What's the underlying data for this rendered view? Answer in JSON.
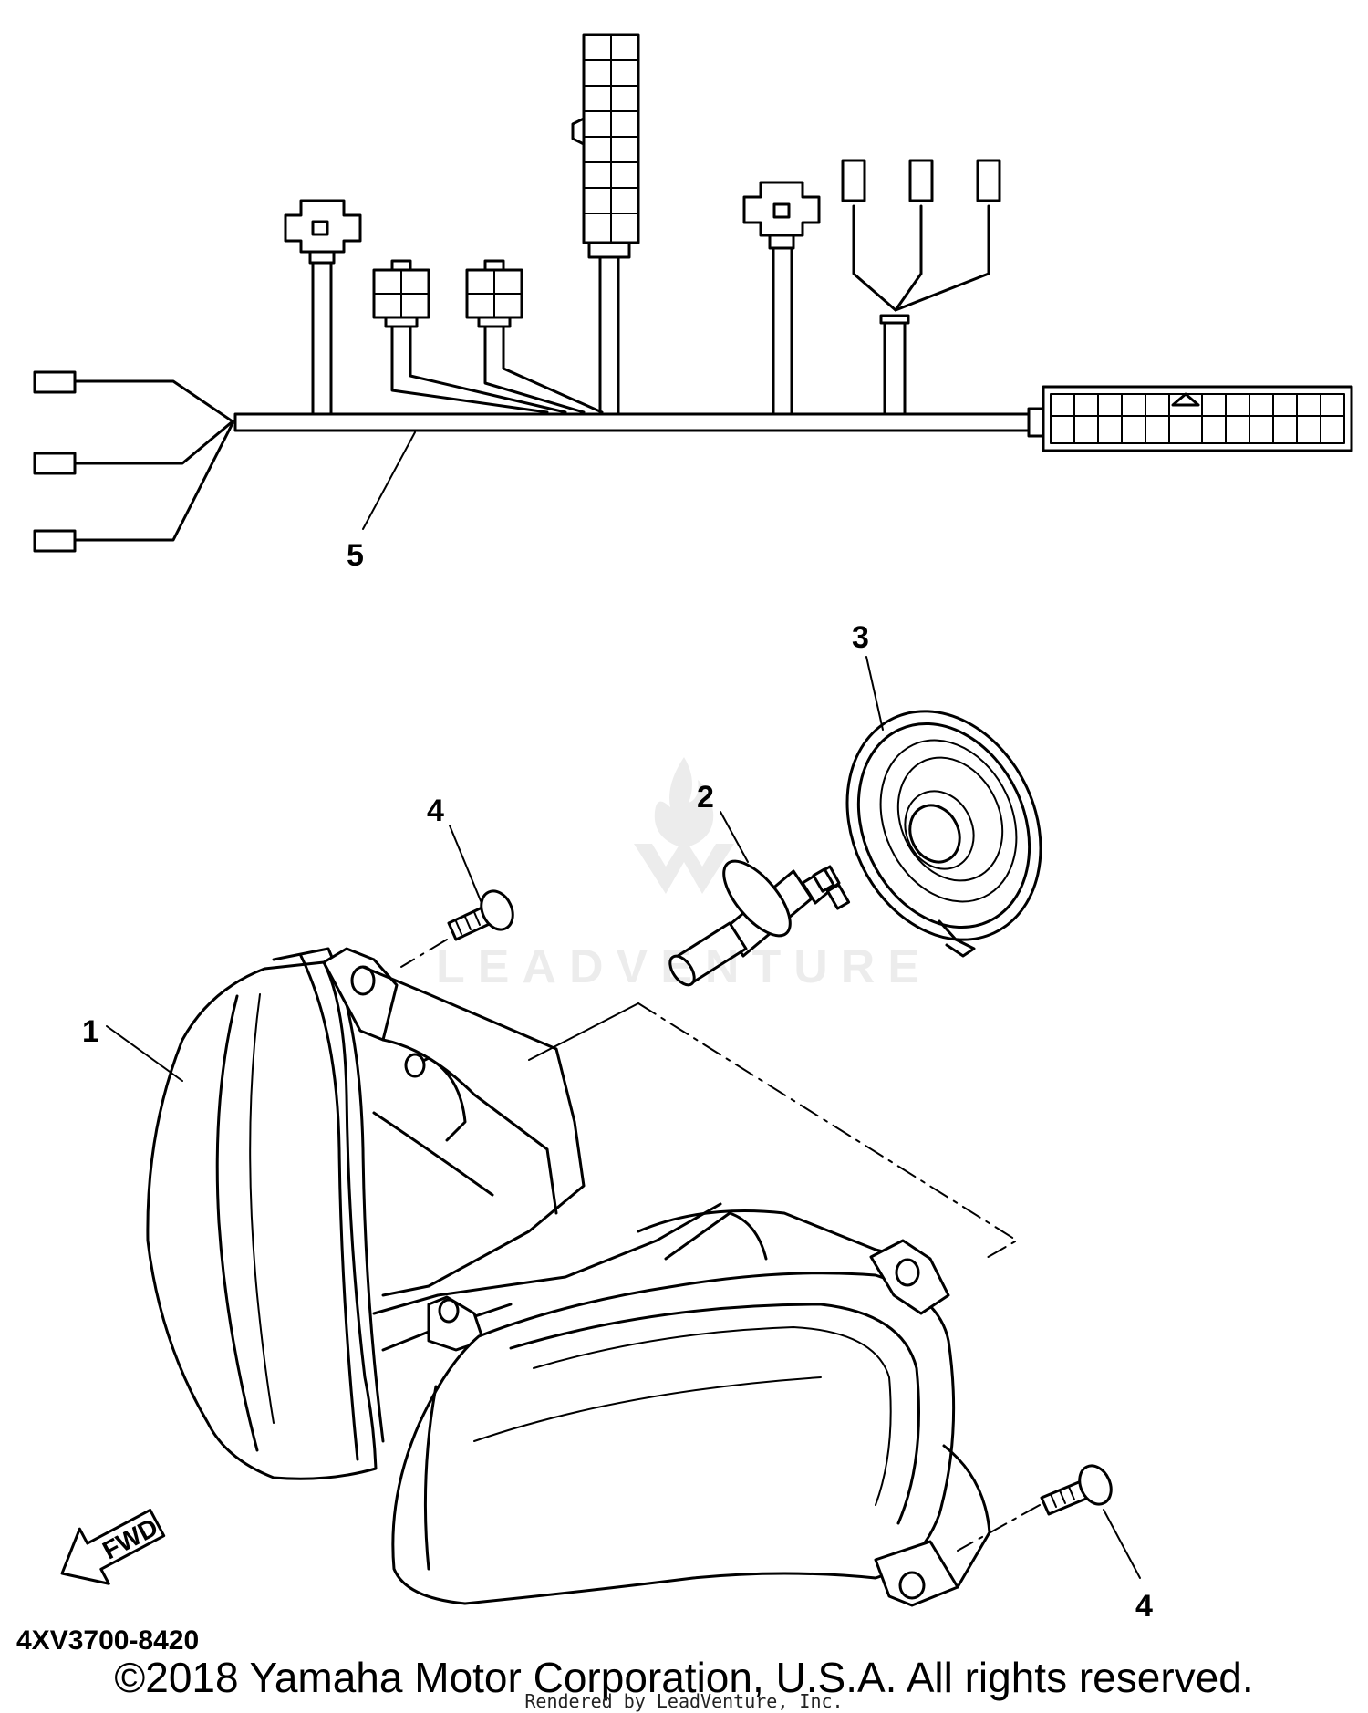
{
  "callouts": [
    {
      "id": "headlight",
      "label": "1"
    },
    {
      "id": "bulb",
      "label": "2"
    },
    {
      "id": "bulb-cover",
      "label": "3"
    },
    {
      "id": "screw-upper",
      "label": "4"
    },
    {
      "id": "screw-lower",
      "label": "4"
    },
    {
      "id": "wire-harness",
      "label": "5"
    }
  ],
  "fwd_label": "FWD",
  "diagram_code": "4XV3700-8420",
  "watermark_text": "LEADVENTURE",
  "copyright": "©2018 Yamaha Motor Corporation, U.S.A. All rights reserved.",
  "rendered_by": "Rendered by LeadVenture, Inc."
}
